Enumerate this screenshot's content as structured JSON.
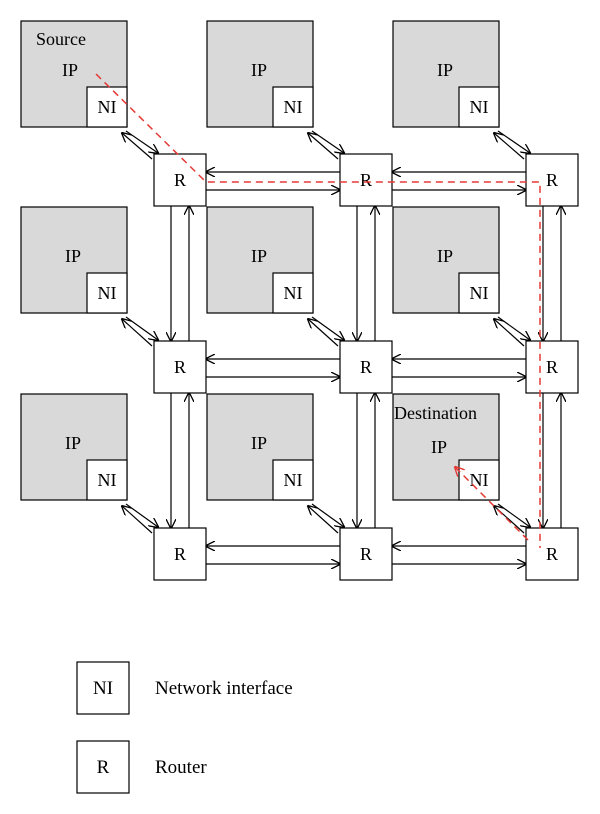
{
  "labels": {
    "ip": "IP",
    "ni": "NI",
    "router": "R",
    "source": "Source",
    "destination": "Destination"
  },
  "legend": [
    {
      "symbol": "NI",
      "text": "Network interface"
    },
    {
      "symbol": "R",
      "text": "Router"
    }
  ],
  "colors": {
    "ip_fill": "#d9d9d9",
    "path": "#e53935",
    "stroke": "#000000"
  }
}
